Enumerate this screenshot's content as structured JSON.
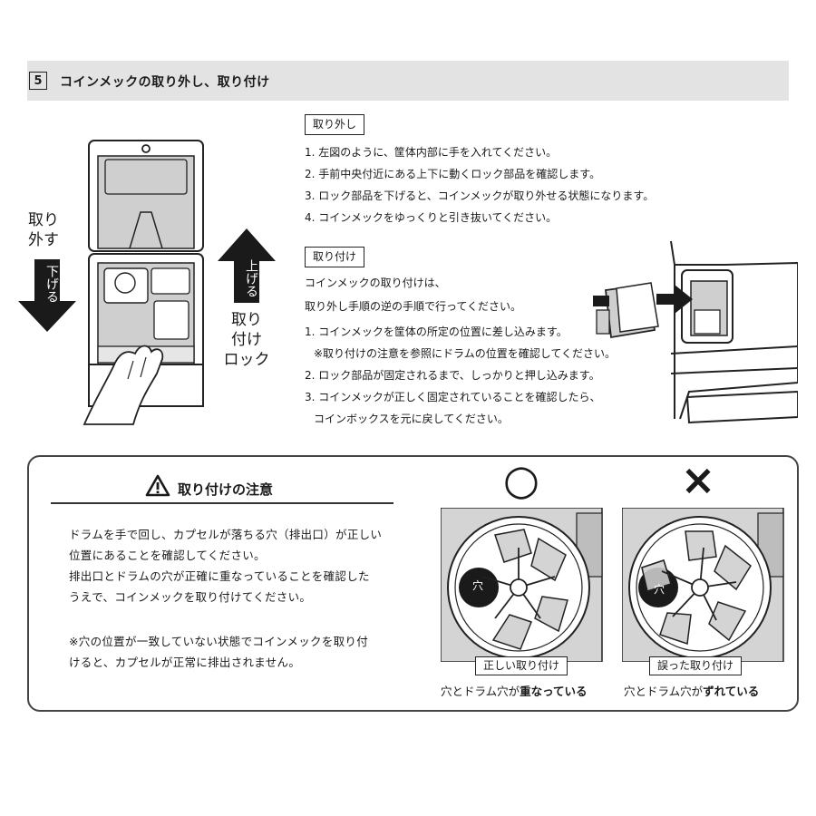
{
  "section": {
    "number": "5",
    "title": "コインメックの取り外し、取り付け"
  },
  "left_figure": {
    "remove_label_1": "取り",
    "remove_label_2": "外す",
    "down_arrow_text": "下げる",
    "up_arrow_text": "上げる",
    "lock_label_1": "取り",
    "lock_label_2": "付け",
    "lock_label_3": "ロック"
  },
  "removal": {
    "heading": "取り外し",
    "steps": [
      "1. 左図のように、筐体内部に手を入れてください。",
      "2. 手前中央付近にある上下に動くロック部品を確認します。",
      "3. ロック部品を下げると、コインメックが取り外せる状態になります。",
      "4. コインメックをゆっくりと引き抜いてください。"
    ]
  },
  "installation": {
    "heading": "取り付け",
    "intro_1": "コインメックの取り付けは、",
    "intro_2": "取り外し手順の逆の手順で行ってください。",
    "steps": [
      "1. コインメックを筐体の所定の位置に差し込みます。",
      "※取り付けの注意を参照にドラムの位置を確認してください。",
      "2. ロック部品が固定されるまで、しっかりと押し込みます。",
      "3. コインメックが正しく固定されていることを確認したら、",
      "コインボックスを元に戻してください。"
    ]
  },
  "caution": {
    "title": "取り付けの注意",
    "paragraph_1": [
      "ドラムを手で回し、カプセルが落ちる穴（排出口）が正しい",
      "位置にあることを確認してください。",
      "排出口とドラムの穴が正確に重なっていることを確認した",
      "うえで、コインメックを取り付けてください。"
    ],
    "paragraph_2": [
      "※穴の位置が一致していない状態でコインメックを取り付",
      "けると、カプセルが正常に排出されません。"
    ]
  },
  "correct_example": {
    "symbol": "○",
    "hole_label": "穴",
    "caption": "正しい取り付け",
    "note_plain": "穴とドラム穴が",
    "note_bold": "重なっている"
  },
  "wrong_example": {
    "symbol": "×",
    "hole_label": "穴",
    "caption": "誤った取り付け",
    "note_plain": "穴とドラム穴が",
    "note_bold": "ずれている"
  },
  "icons": {
    "warning": "warning-triangle-icon",
    "arrow_down": "arrow-down-icon",
    "arrow_up": "arrow-up-icon",
    "arrow_right": "arrow-right-icon"
  },
  "colors": {
    "header_band": "#e3e3e3",
    "hole": "#1a1a1a",
    "gray_fill": "#cfcfcf"
  }
}
